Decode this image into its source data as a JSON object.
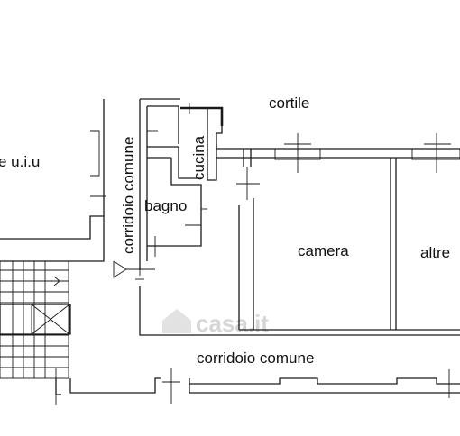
{
  "labels": {
    "cortile": "cortile",
    "uiu": "e u.i.u",
    "corridoio_vertical": "corridoio comune",
    "cucina": "cucina",
    "bagno": "bagno",
    "camera": "camera",
    "altre": "altre",
    "corridoio_bottom": "corridoio comune"
  },
  "watermark": "casa.it",
  "colors": {
    "lines": "#1a1a1a",
    "watermark": "#d6d6d6",
    "background": "#ffffff"
  }
}
